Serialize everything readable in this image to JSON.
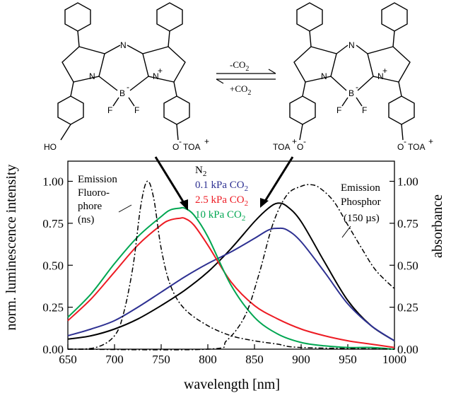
{
  "reaction": {
    "forward": "-CO",
    "forward_sub": "2",
    "reverse": "+CO",
    "reverse_sub": "2"
  },
  "molecule_left": {
    "atoms": {
      "n_bridge": "N",
      "n_left": "N",
      "n_right": "N",
      "boron": "B",
      "f1": "F",
      "f2": "F",
      "ho": "HO",
      "o": "O",
      "toa": "TOA",
      "minus": "-",
      "minus_b": "-",
      "plus": "+",
      "plus_n": "+"
    }
  },
  "molecule_right": {
    "atoms": {
      "n_bridge": "N",
      "n_left": "N",
      "n_right": "N",
      "boron": "B",
      "f1": "F",
      "f2": "F",
      "tl": "TOA",
      "tl_plus": "+",
      "tl_o": "O",
      "tl_minus": "-",
      "tr": "TOA",
      "tr_plus": "+",
      "tr_o": "O",
      "tr_minus": "-",
      "minus_b": "-",
      "plus_n": "+"
    }
  },
  "annotations": {
    "fluoro": [
      "Emission",
      "Fluoro-",
      "phore",
      "(ns)"
    ],
    "phosphor": [
      "Emission",
      "Phosphor",
      "(150 µs)"
    ]
  },
  "colors": {
    "n2": "#000000",
    "co2_01": "#2e3192",
    "co2_25": "#ed1c24",
    "co2_10": "#00a651"
  },
  "chart_data": {
    "type": "line",
    "xlabel": "wavelength [nm]",
    "ylabel": "norm. luminescence intensity",
    "ylabel_right": "absorbance",
    "xlim": [
      650,
      1000
    ],
    "ylim": [
      0,
      1.12
    ],
    "xticks": [
      "650",
      "700",
      "750",
      "800",
      "850",
      "900",
      "950",
      "1000"
    ],
    "yticks": [
      "0.00",
      "0.25",
      "0.50",
      "0.75",
      "1.00"
    ],
    "yticks_right": [
      "0.00",
      "0.25",
      "0.50",
      "0.75",
      "1.00"
    ],
    "legend": [
      {
        "label": "N",
        "sub": "2",
        "color": "#000000"
      },
      {
        "label": "0.1 kPa CO",
        "sub": "2",
        "color": "#2e3192"
      },
      {
        "label": "2.5 kPa CO",
        "sub": "2",
        "color": "#ed1c24"
      },
      {
        "label": "10 kPa CO",
        "sub": "2",
        "color": "#00a651"
      }
    ],
    "series": [
      {
        "name": "N2",
        "color": "#000000",
        "style": "solid",
        "x": [
          650,
          675,
          700,
          725,
          750,
          775,
          800,
          825,
          850,
          865,
          875,
          885,
          900,
          925,
          950,
          975,
          1000
        ],
        "y": [
          0.06,
          0.08,
          0.12,
          0.18,
          0.26,
          0.35,
          0.46,
          0.6,
          0.76,
          0.84,
          0.87,
          0.85,
          0.76,
          0.52,
          0.29,
          0.14,
          0.05
        ]
      },
      {
        "name": "0.1 kPa CO2",
        "color": "#2e3192",
        "style": "solid",
        "x": [
          650,
          675,
          700,
          725,
          750,
          775,
          800,
          825,
          850,
          865,
          875,
          885,
          900,
          925,
          950,
          975,
          1000
        ],
        "y": [
          0.08,
          0.12,
          0.17,
          0.25,
          0.34,
          0.43,
          0.51,
          0.58,
          0.66,
          0.71,
          0.72,
          0.71,
          0.64,
          0.46,
          0.27,
          0.14,
          0.05
        ]
      },
      {
        "name": "2.5 kPa CO2",
        "color": "#ed1c24",
        "style": "solid",
        "x": [
          650,
          675,
          700,
          725,
          750,
          760,
          770,
          775,
          785,
          800,
          825,
          850,
          875,
          900,
          925,
          950,
          975,
          1000
        ],
        "y": [
          0.17,
          0.3,
          0.46,
          0.62,
          0.74,
          0.77,
          0.78,
          0.78,
          0.74,
          0.62,
          0.4,
          0.26,
          0.18,
          0.12,
          0.08,
          0.05,
          0.03,
          0.01
        ]
      },
      {
        "name": "10 kPa CO2",
        "color": "#00a651",
        "style": "solid",
        "x": [
          650,
          675,
          700,
          725,
          750,
          760,
          770,
          775,
          785,
          800,
          825,
          850,
          875,
          900,
          925,
          950,
          975,
          1000
        ],
        "y": [
          0.19,
          0.33,
          0.51,
          0.67,
          0.79,
          0.83,
          0.84,
          0.84,
          0.8,
          0.67,
          0.38,
          0.19,
          0.09,
          0.04,
          0.02,
          0.01,
          0.01,
          0.0
        ]
      },
      {
        "name": "Emission Fluorophore",
        "color": "#000000",
        "style": "dashdot",
        "x": [
          650,
          680,
          700,
          710,
          720,
          728,
          735,
          742,
          750,
          760,
          775,
          800,
          825,
          850,
          875,
          900,
          1000
        ],
        "y": [
          0.0,
          0.01,
          0.08,
          0.22,
          0.5,
          0.85,
          1.0,
          0.9,
          0.6,
          0.38,
          0.24,
          0.14,
          0.08,
          0.05,
          0.03,
          0.01,
          0.0
        ]
      },
      {
        "name": "Emission Phosphor",
        "color": "#000000",
        "style": "dashdot",
        "x": [
          650,
          800,
          820,
          840,
          855,
          870,
          885,
          900,
          910,
          920,
          935,
          950,
          965,
          980,
          1000
        ],
        "y": [
          0.0,
          0.0,
          0.05,
          0.2,
          0.45,
          0.75,
          0.92,
          0.97,
          0.98,
          0.96,
          0.88,
          0.74,
          0.6,
          0.47,
          0.36
        ]
      }
    ]
  }
}
